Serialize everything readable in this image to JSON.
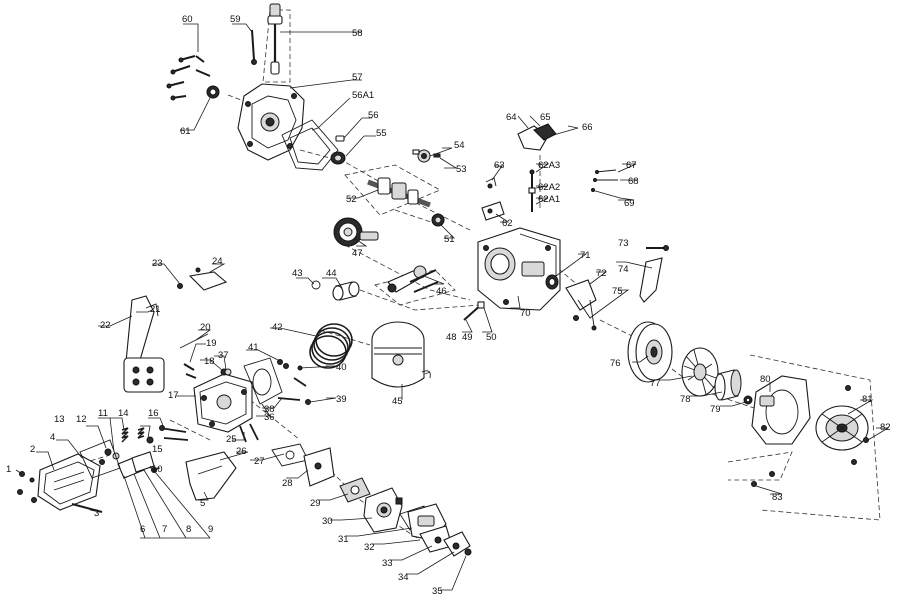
{
  "callouts": [
    {
      "id": "1",
      "t": "1"
    },
    {
      "id": "2",
      "t": "2"
    },
    {
      "id": "3",
      "t": "3"
    },
    {
      "id": "4",
      "t": "4"
    },
    {
      "id": "5",
      "t": "5"
    },
    {
      "id": "6",
      "t": "6"
    },
    {
      "id": "7",
      "t": "7"
    },
    {
      "id": "8",
      "t": "8"
    },
    {
      "id": "9",
      "t": "9"
    },
    {
      "id": "10",
      "t": "10"
    },
    {
      "id": "11",
      "t": "11"
    },
    {
      "id": "12",
      "t": "12"
    },
    {
      "id": "13",
      "t": "13"
    },
    {
      "id": "14",
      "t": "14"
    },
    {
      "id": "15",
      "t": "15"
    },
    {
      "id": "16",
      "t": "16"
    },
    {
      "id": "17",
      "t": "17"
    },
    {
      "id": "18",
      "t": "18"
    },
    {
      "id": "19",
      "t": "19"
    },
    {
      "id": "20",
      "t": "20"
    },
    {
      "id": "21",
      "t": "21"
    },
    {
      "id": "22",
      "t": "22"
    },
    {
      "id": "23",
      "t": "23"
    },
    {
      "id": "24",
      "t": "24"
    },
    {
      "id": "25",
      "t": "25"
    },
    {
      "id": "26",
      "t": "26"
    },
    {
      "id": "27",
      "t": "27"
    },
    {
      "id": "28",
      "t": "28"
    },
    {
      "id": "29",
      "t": "29"
    },
    {
      "id": "30",
      "t": "30"
    },
    {
      "id": "31",
      "t": "31"
    },
    {
      "id": "32",
      "t": "32"
    },
    {
      "id": "33",
      "t": "33"
    },
    {
      "id": "34",
      "t": "34"
    },
    {
      "id": "35",
      "t": "35"
    },
    {
      "id": "36",
      "t": "36"
    },
    {
      "id": "37",
      "t": "37"
    },
    {
      "id": "38",
      "t": "38"
    },
    {
      "id": "39",
      "t": "39"
    },
    {
      "id": "40",
      "t": "40"
    },
    {
      "id": "41",
      "t": "41"
    },
    {
      "id": "42",
      "t": "42"
    },
    {
      "id": "43",
      "t": "43"
    },
    {
      "id": "44",
      "t": "44"
    },
    {
      "id": "45",
      "t": "45"
    },
    {
      "id": "46",
      "t": "46"
    },
    {
      "id": "47",
      "t": "47"
    },
    {
      "id": "48",
      "t": "48"
    },
    {
      "id": "49",
      "t": "49"
    },
    {
      "id": "50",
      "t": "50"
    },
    {
      "id": "51",
      "t": "51"
    },
    {
      "id": "52",
      "t": "52"
    },
    {
      "id": "53",
      "t": "53"
    },
    {
      "id": "54",
      "t": "54"
    },
    {
      "id": "55",
      "t": "55"
    },
    {
      "id": "56",
      "t": "56"
    },
    {
      "id": "56A1",
      "t": "56A1"
    },
    {
      "id": "57",
      "t": "57"
    },
    {
      "id": "58",
      "t": "58"
    },
    {
      "id": "59",
      "t": "59"
    },
    {
      "id": "60",
      "t": "60"
    },
    {
      "id": "61",
      "t": "61"
    },
    {
      "id": "62",
      "t": "62"
    },
    {
      "id": "62A1",
      "t": "62A1"
    },
    {
      "id": "62A2",
      "t": "62A2"
    },
    {
      "id": "62A3",
      "t": "62A3"
    },
    {
      "id": "63",
      "t": "63"
    },
    {
      "id": "64",
      "t": "64"
    },
    {
      "id": "65",
      "t": "65"
    },
    {
      "id": "66",
      "t": "66"
    },
    {
      "id": "67",
      "t": "67"
    },
    {
      "id": "68",
      "t": "68"
    },
    {
      "id": "69",
      "t": "69"
    },
    {
      "id": "70",
      "t": "70"
    },
    {
      "id": "71",
      "t": "71"
    },
    {
      "id": "72",
      "t": "72"
    },
    {
      "id": "73",
      "t": "73"
    },
    {
      "id": "74",
      "t": "74"
    },
    {
      "id": "75",
      "t": "75"
    },
    {
      "id": "76",
      "t": "76"
    },
    {
      "id": "77",
      "t": "77"
    },
    {
      "id": "78",
      "t": "78"
    },
    {
      "id": "79",
      "t": "79"
    },
    {
      "id": "80",
      "t": "80"
    },
    {
      "id": "81",
      "t": "81"
    },
    {
      "id": "82",
      "t": "82"
    },
    {
      "id": "83",
      "t": "83"
    }
  ]
}
